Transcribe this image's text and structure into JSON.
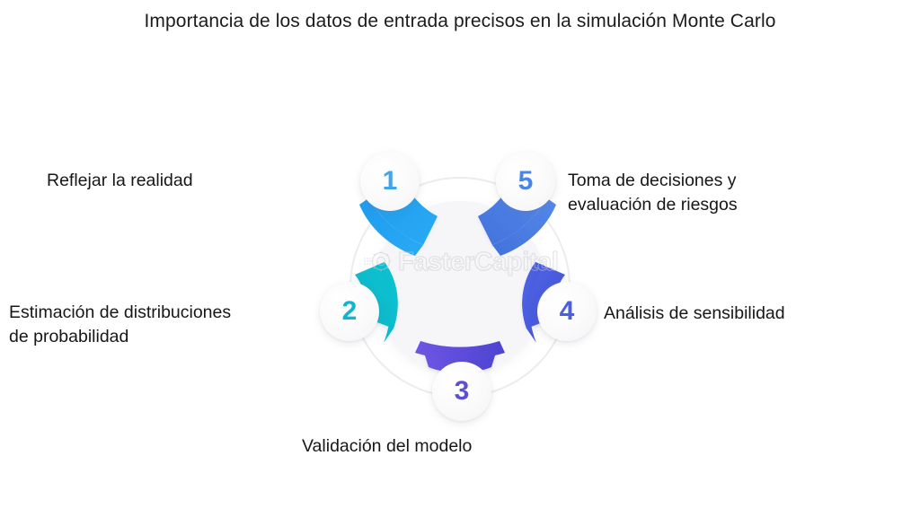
{
  "title": "Importancia de los datos de entrada precisos en la simulación Monte Carlo",
  "diagram": {
    "type": "circular-process-5-step",
    "center_label": "",
    "nodes": [
      {
        "number": "1",
        "label": "Reflejar la realidad",
        "color": "#2196f3",
        "gradient_from": "#1e9bef",
        "gradient_to": "#29a8f2",
        "angle_deg": 234
      },
      {
        "number": "2",
        "label_line1": "Estimación de distribuciones",
        "label_line2": "de probabilidad",
        "color": "#0fb9cf",
        "gradient_from": "#0ec6cf",
        "gradient_to": "#09b4c9",
        "angle_deg": 162
      },
      {
        "number": "3",
        "label": "Validación del modelo",
        "color": "#5b4fd6",
        "gradient_from": "#6a51e0",
        "gradient_to": "#5146d2",
        "angle_deg": 90
      },
      {
        "number": "4",
        "label": "Análisis de sensibilidad",
        "color": "#4a5fe0",
        "gradient_from": "#5064e4",
        "gradient_to": "#4354d8",
        "angle_deg": 18
      },
      {
        "number": "5",
        "label_line1": "Toma de decisiones y",
        "label_line2": "evaluación de riesgos",
        "color": "#4a7ee3",
        "gradient_from": "#5287e8",
        "gradient_to": "#4574de",
        "angle_deg": 306
      }
    ],
    "inner_disc_color": "#f4f4f6",
    "outer_ring_color": "#ededf1",
    "background": "#ffffff"
  },
  "watermark": {
    "text": "FasterCapital",
    "icon": "gear-logo-icon"
  }
}
